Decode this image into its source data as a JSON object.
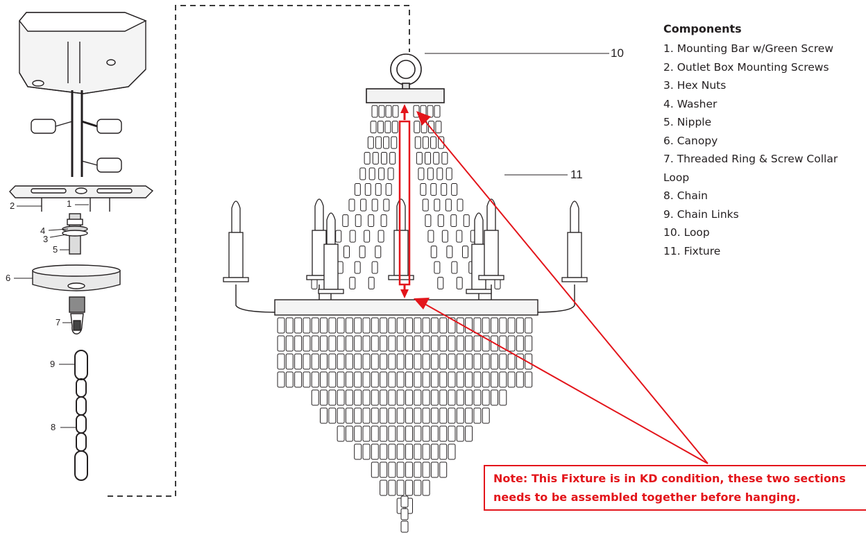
{
  "components": {
    "title": "Components",
    "items": [
      "1. Mounting Bar w/Green Screw",
      "2. Outlet Box Mounting Screws",
      "3. Hex Nuts",
      "4. Washer",
      "5. Nipple",
      "6. Canopy",
      "7. Threaded Ring & Screw Collar",
      "Loop",
      "8. Chain",
      "9. Chain Links",
      "10. Loop",
      "11. Fixture"
    ]
  },
  "callouts": {
    "n1": "1",
    "n2": "2",
    "n3": "3",
    "n4": "4",
    "n5": "5",
    "n6": "6",
    "n7": "7",
    "n8": "8",
    "n9": "9",
    "n10": "10",
    "n11": "11"
  },
  "note": {
    "line1": "Note: This Fixture is in KD condition, these two sections",
    "line2": "needs to be assembled together before hanging."
  },
  "colors": {
    "annotation": "#e3151b",
    "lineart": "#231f20"
  }
}
